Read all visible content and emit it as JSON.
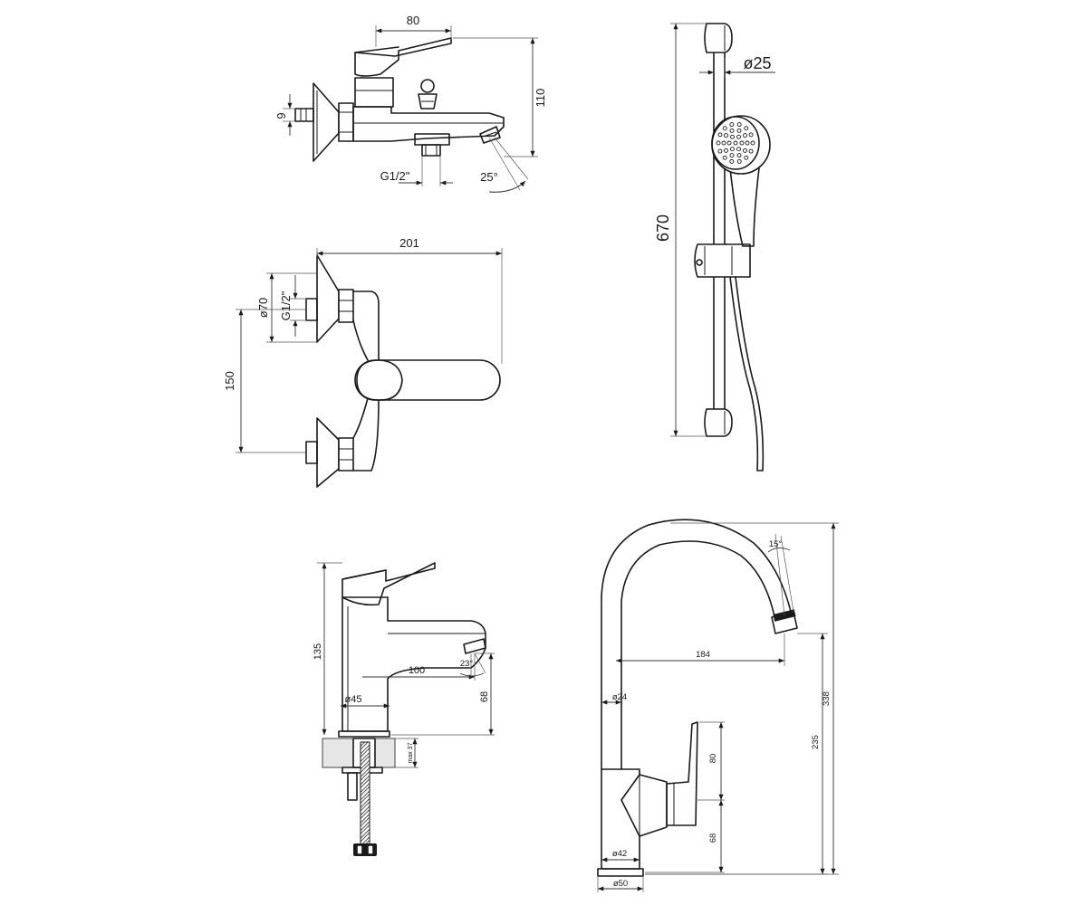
{
  "drawing": {
    "bath_mixer_side": {
      "width": "80",
      "height": "110",
      "wall_offset": "9",
      "thread": "G1/2\"",
      "angle": "25°"
    },
    "bath_mixer_top": {
      "length": "201",
      "centers": "150",
      "flange_dia": "ø70",
      "thread": "G1/2\""
    },
    "shower_set": {
      "rail_dia": "ø25",
      "rail_length": "670"
    },
    "basin_mixer": {
      "height": "135",
      "spout_reach": "100",
      "angle": "23°",
      "base_dia": "ø45",
      "spout_height": "68",
      "max_thickness": "max 37"
    },
    "kitchen_mixer": {
      "angle": "15°",
      "reach": "184",
      "pipe_dia": "ø24",
      "lever_height": "80",
      "body_height": "68",
      "base_dia_upper": "ø42",
      "base_dia_lower": "ø50",
      "spout_height": "235",
      "total_height": "338"
    }
  }
}
